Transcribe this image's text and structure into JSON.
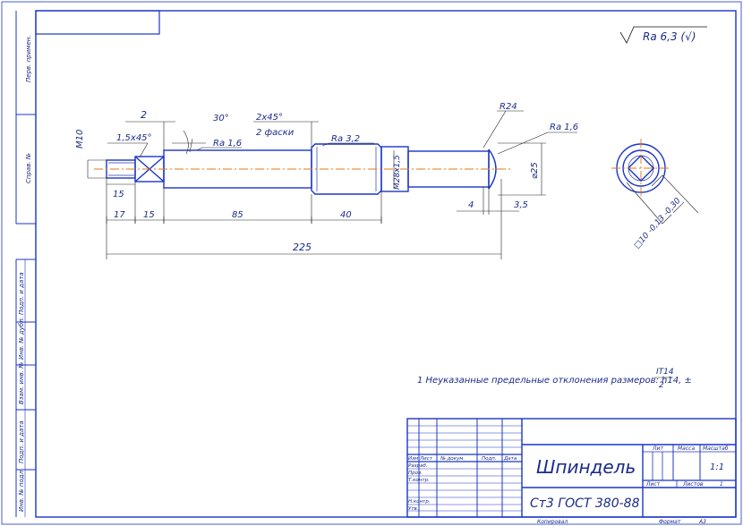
{
  "sidebar": {
    "labels": [
      "Перв. примен.",
      "Справ. №",
      "Подп. и дата",
      "Инв. № дубл.",
      "Взам. инв. №",
      "Подп. и дата",
      "Инв. № подл."
    ]
  },
  "surface": {
    "roughness": "Ra 6,3 (√)"
  },
  "dims": {
    "chamfer_2": "2",
    "angle_30": "30°",
    "chamfer_2x45": "2x45°",
    "two_chamfers": "2 фаски",
    "chamfer_15x45": "1,5x45°",
    "thread_m10": "M10",
    "ra16_left": "Ra 1,6",
    "ra32": "Ra 3,2",
    "radius": "R24",
    "ra16_right": "Ra 1,6",
    "thread_m28": "M28x1,5",
    "dia25": "⌀25",
    "d15": "15",
    "d17": "17",
    "d15b": "15",
    "d85": "85",
    "d40": "40",
    "d4": "4",
    "d35": "3,5",
    "d225": "225",
    "square": "□10 -0,13 -0,30"
  },
  "note": {
    "text": "1 Неуказанные предельные отклонения размеров: h14, ±",
    "fraction_top": "IT14",
    "fraction_bottom": "2"
  },
  "titleblock": {
    "name": "Шпиндель",
    "material": "Ст3 ГОСТ 380-88",
    "headers": [
      "Изм",
      "Лист",
      "№ докум.",
      "Подп.",
      "Дата"
    ],
    "rows": [
      "Разраб.",
      "Пров.",
      "Т.контр.",
      "Н.контр.",
      "Утв."
    ],
    "lit_label": "Лит",
    "mass_label": "Масса",
    "scale_label": "Масштаб",
    "scale_value": "1:1",
    "sheet_label": "Лист",
    "sheets_label": "Листов",
    "sheets_value": "1",
    "copied": "Копировал",
    "format": "Формат",
    "format_value": "A3"
  }
}
